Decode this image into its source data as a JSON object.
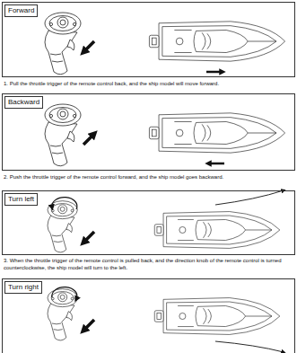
{
  "diagram": {
    "nodes": [
      {
        "text": [
          "Forward"
        ]
      },
      {
        "text": [
          "Backward"
        ]
      },
      {
        "text": [
          "Turn left"
        ]
      },
      {
        "text": [
          "Turn right"
        ]
      }
    ],
    "labels": [
      "1. Pull the throttle trigger of the remote control back, and the ship model will move forward.",
      "2. Push the throttle trigger of the remote control forward, and the ship model goes backward.",
      "3. When the throttle trigger of the remote control is pulled back, and the direction knob of the remote control is turned counterclockwise, the ship model will turn to the left."
    ]
  }
}
